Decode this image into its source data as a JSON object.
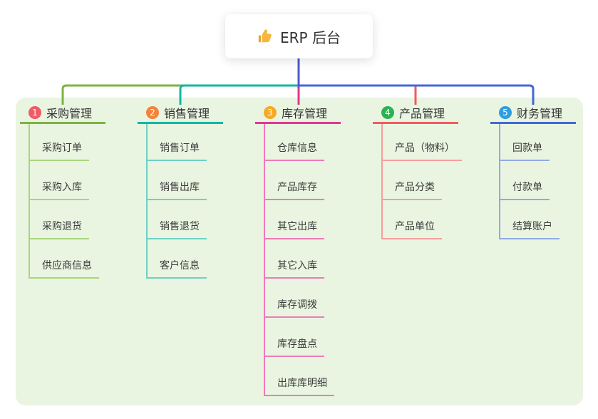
{
  "root": {
    "label": "ERP 后台",
    "icon": "thumbs-up-icon",
    "line_color": "#4c59cf"
  },
  "colors": {
    "panel_bg": "#e9f5e1",
    "card_bg": "#ffffff",
    "text_dark": "#333333",
    "child_text": "#3c3c3c",
    "thumb_yellow": "#f6b73c"
  },
  "branches": [
    {
      "num": "1",
      "label": "采购管理",
      "badge_color": "#ef5b66",
      "color": "#7cb342",
      "light_color": "#a9d57e",
      "items": [
        "采购订单",
        "采购入库",
        "采购退货",
        "供应商信息"
      ]
    },
    {
      "num": "2",
      "label": "销售管理",
      "badge_color": "#f5823b",
      "color": "#12b7a3",
      "light_color": "#6fd0c3",
      "items": [
        "销售订单",
        "销售出库",
        "销售退货",
        "客户信息"
      ]
    },
    {
      "num": "3",
      "label": "库存管理",
      "badge_color": "#f8a924",
      "color": "#e0388f",
      "light_color": "#ef7ab8",
      "items": [
        "仓库信息",
        "产品库存",
        "其它出库",
        "其它入库",
        "库存调拨",
        "库存盘点",
        "出库库明细"
      ]
    },
    {
      "num": "4",
      "label": "产品管理",
      "badge_color": "#2bb351",
      "color": "#f25a5f",
      "light_color": "#f59e9e",
      "items": [
        "产品（物料）",
        "产品分类",
        "产品单位"
      ]
    },
    {
      "num": "5",
      "label": "财务管理",
      "badge_color": "#2f9fe0",
      "color": "#4467d6",
      "light_color": "#93a9e2",
      "items": [
        "回款单",
        "付款单",
        "结算账户"
      ]
    }
  ]
}
